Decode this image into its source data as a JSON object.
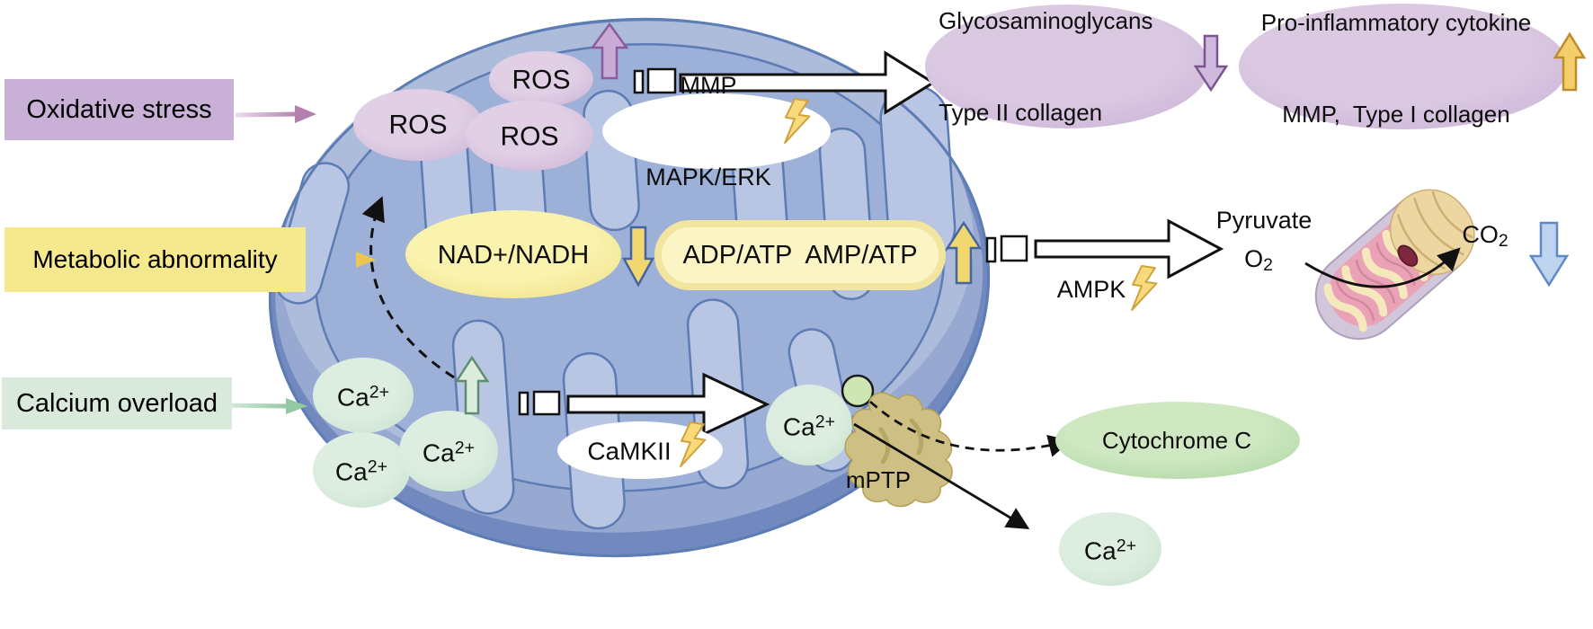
{
  "inputs": {
    "oxidative": "Oxidative stress",
    "metabolic": "Metabolic abnormality",
    "calcium": "Calcium overload"
  },
  "mitochondrion": {
    "ros": "ROS",
    "nad": "NAD+/NADH",
    "adp": "ADP/ATP  AMP/ATP"
  },
  "ion": {
    "base": "Ca",
    "sup": "2+"
  },
  "kinases": {
    "mapk_line1": "MMP",
    "mapk_line2": "MAPK/ERK",
    "ampk": "AMPK",
    "camkii": "CaMKII"
  },
  "channel": {
    "mptp": "mPTP"
  },
  "outcomes": {
    "glyco_line1": "Glycosaminoglycans",
    "glyco_line2": "Type II collagen",
    "proinf_line1": "Pro-inflammatory cytokine",
    "proinf_line2": "MMP,  Type I collagen",
    "pyruvate": "Pyruvate",
    "o2": {
      "base": "O",
      "sub": "2"
    },
    "co2": {
      "base": "CO",
      "sub": "2"
    },
    "cytochrome": "Cytochrome C"
  },
  "icons": {
    "lightning": "lightning-bolt-icon",
    "membrane_channel": "membrane-channel-icon",
    "mito_3d": "mitochondrion-3d-illustration"
  },
  "colors": {
    "oxidative_box": "#c9b0d7",
    "metabolic_box": "#f6e88c",
    "calcium_box": "#d9e9dc",
    "ros_fill": "#dccae2",
    "lavender_ellipse": "#d5c2de",
    "yellow_ellipse": "#f8efa3",
    "green_ellipse": "#d7ebdc",
    "cytochrome_fill": "#c6e4ba",
    "mito_outer": "#aebcdc",
    "mito_matrix": "#9db0d7",
    "mito_dark": "#7189bf",
    "membrane_stroke": "#6080b8",
    "purple_arrow": "#c9abd6",
    "gold_arrow": "#f2d76f",
    "blue_arrow": "#bdd4ef",
    "green_arrow": "#dcedde",
    "mptp_fill": "#cec084",
    "bolt_fill": "#f8da7d"
  }
}
